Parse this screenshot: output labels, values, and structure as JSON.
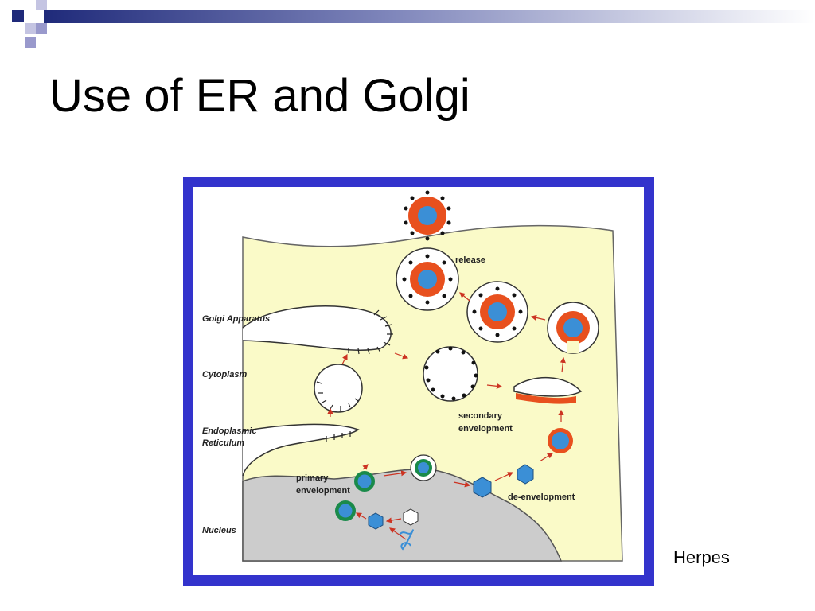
{
  "slide": {
    "title": "Use of ER and Golgi",
    "caption": "Herpes"
  },
  "colors": {
    "accent_navy": "#1f2a7a",
    "accent_periwinkle": "#9999cc",
    "frame_blue": "#3333cc",
    "cytoplasm": "#fafac8",
    "nucleus": "#cccccc",
    "capsid_blue": "#3b8fd6",
    "tegument_orange": "#e8501e",
    "envelope_green": "#1a8a4a",
    "arrow_red": "#cc3322"
  },
  "diagram": {
    "labels": {
      "golgi": "Golgi Apparatus",
      "cytoplasm": "Cytoplasm",
      "er_line1": "Endoplasmic",
      "er_line2": "Reticulum",
      "nucleus": "Nucleus",
      "release": "release",
      "secondary_line1": "secondary",
      "secondary_line2": "envelopment",
      "primary_line1": "primary",
      "primary_line2": "envelopment",
      "deenvelopment": "de-envelopment"
    }
  }
}
